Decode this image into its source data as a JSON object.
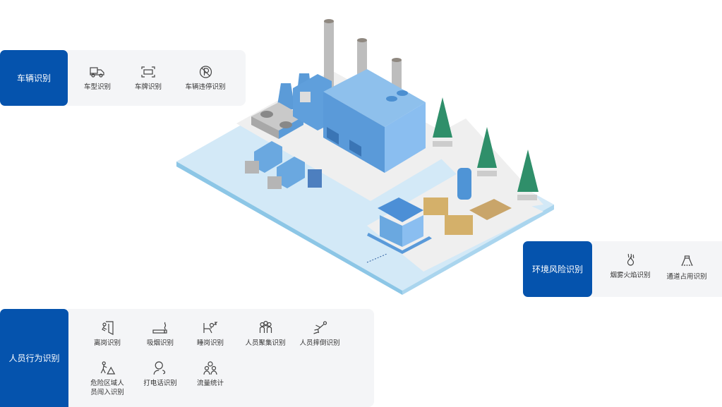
{
  "vehicle": {
    "title": "车辆识别",
    "items": [
      {
        "label": "车型识别",
        "icon": "truck-icon"
      },
      {
        "label": "车牌识别",
        "icon": "license-plate-icon"
      },
      {
        "label": "车辆违停识别",
        "icon": "no-parking-icon"
      }
    ]
  },
  "environment": {
    "title": "环境风险识别",
    "items": [
      {
        "label": "烟雾火焰识别",
        "icon": "smoke-fire-icon"
      },
      {
        "label": "通道占用识别",
        "icon": "passage-icon"
      }
    ]
  },
  "person": {
    "title": "人员行为识别",
    "items": [
      {
        "label": "离岗识别",
        "icon": "leave-post-icon"
      },
      {
        "label": "吸烟识别",
        "icon": "smoking-icon"
      },
      {
        "label": "睡岗识别",
        "icon": "sleeping-icon"
      },
      {
        "label": "人员聚集识别",
        "icon": "crowd-icon"
      },
      {
        "label": "人员摔倒识别",
        "icon": "fall-icon"
      },
      {
        "label": "危险区域人员闯入识别",
        "label_line1": "危险区域人",
        "label_line2": "员闯入识别",
        "icon": "intrusion-warning-icon"
      },
      {
        "label": "打电话识别",
        "icon": "phone-call-icon"
      },
      {
        "label": "流量统计",
        "icon": "people-count-icon"
      }
    ]
  },
  "colors": {
    "brand": "#0553ad",
    "panel": "#f4f5f7"
  }
}
